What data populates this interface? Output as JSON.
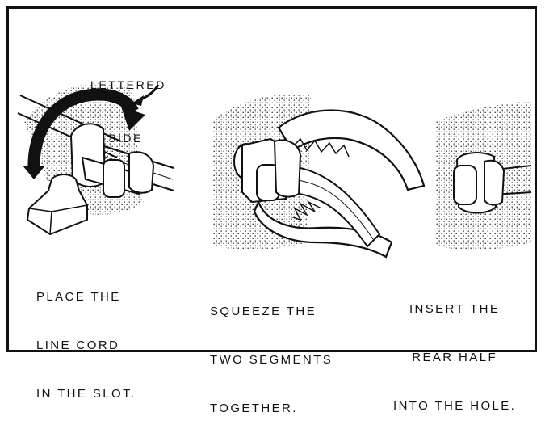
{
  "callout": {
    "line1": "LETTERED",
    "line2": "SIDE"
  },
  "steps": [
    {
      "line1": "PLACE THE",
      "line2": "LINE CORD",
      "line3": "IN THE SLOT."
    },
    {
      "line1": "SQUEEZE THE",
      "line2": "TWO SEGMENTS",
      "line3": "TOGETHER."
    },
    {
      "line1": "INSERT THE",
      "line2": "REAR HALF",
      "line3": "INTO THE HOLE."
    }
  ]
}
